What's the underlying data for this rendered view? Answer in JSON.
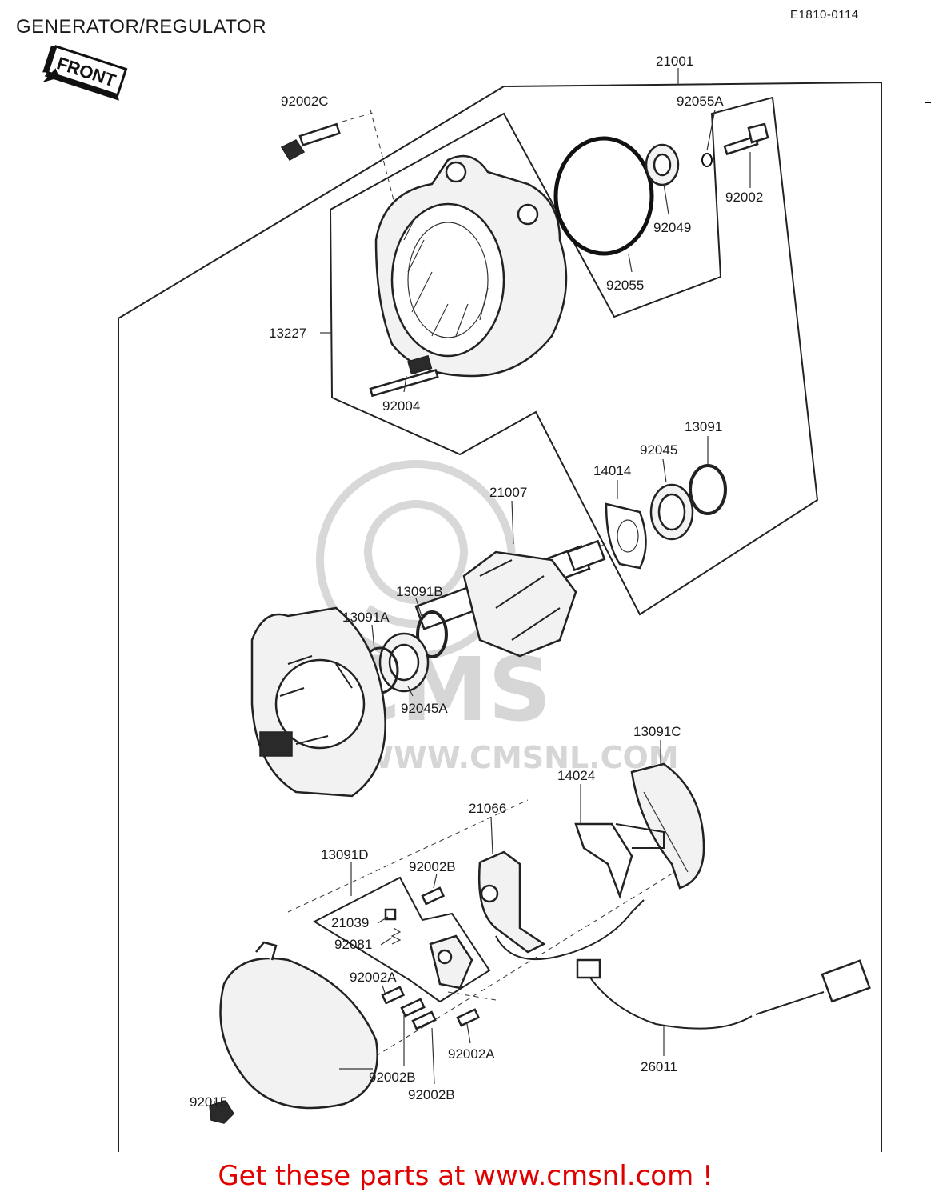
{
  "title": "GENERATOR/REGULATOR",
  "diagram_code": "E1810-0114",
  "front_label": "FRONT",
  "watermark": {
    "brand": "CMS",
    "url": "WWW.CMSNL.COM"
  },
  "call_to_action": "Get these parts at www.cmsnl.com !",
  "parts": {
    "p21001": "21001",
    "p92002C": "92002C",
    "p92055A": "92055A",
    "p92002": "92002",
    "p92049": "92049",
    "p92055": "92055",
    "p13227": "13227",
    "p92004": "92004",
    "p13091": "13091",
    "p92045": "92045",
    "p14014": "14014",
    "p21007": "21007",
    "p13091B": "13091B",
    "p13091A": "13091A",
    "p92045A": "92045A",
    "p13091C": "13091C",
    "p14024": "14024",
    "p21066": "21066",
    "p13091D": "13091D",
    "p92002B_top": "92002B",
    "p21039": "21039",
    "p92081": "92081",
    "p92002A_left": "92002A",
    "p92002A_right": "92002A",
    "p92002B_mid": "92002B",
    "p92002B_low": "92002B",
    "p26011": "26011",
    "p92015": "92015"
  }
}
